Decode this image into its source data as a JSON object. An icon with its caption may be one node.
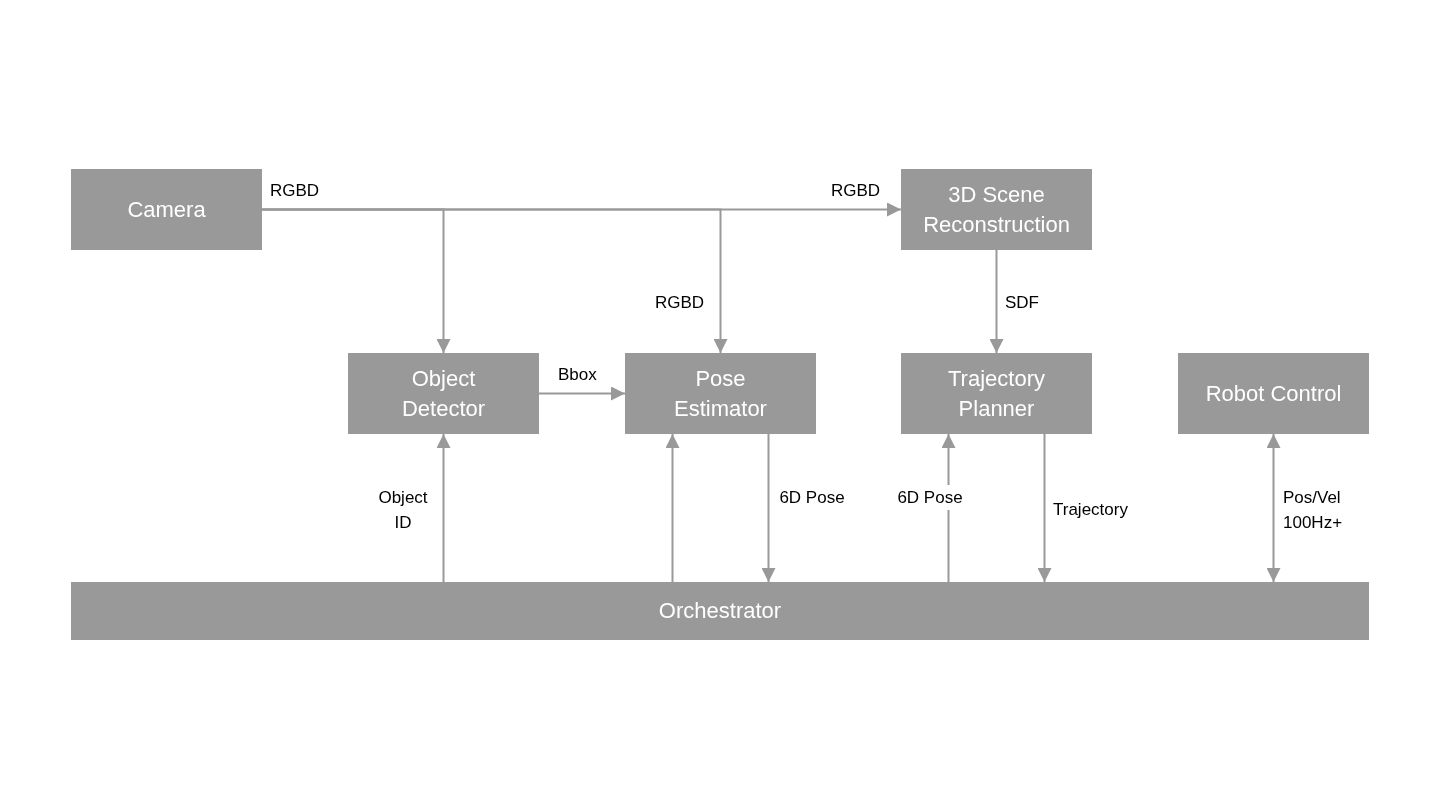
{
  "diagram": {
    "nodes": [
      {
        "text": [
          "Camera"
        ]
      },
      {
        "text": [
          "3D Scene Reconstruction"
        ]
      },
      {
        "text": [
          "Object Detector"
        ]
      },
      {
        "text": [
          "Pose Estimator"
        ]
      },
      {
        "text": [
          "Trajectory Planner"
        ]
      },
      {
        "text": [
          "Robot Control"
        ]
      },
      {
        "text": [
          "Orchestrator"
        ]
      }
    ],
    "edges": [
      {
        "from": 0,
        "to": 2,
        "arrow": "to",
        "label": "RGBD"
      },
      {
        "from": 0,
        "to": 3,
        "arrow": "to",
        "label": "RGBD"
      },
      {
        "from": 0,
        "to": 1,
        "arrow": "to",
        "label": "RGBD"
      },
      {
        "from": 2,
        "to": 3,
        "arrow": "to",
        "label": "Bbox"
      },
      {
        "from": 1,
        "to": 4,
        "arrow": "to",
        "label": "SDF"
      },
      {
        "from": 6,
        "to": 2,
        "arrow": "to",
        "label": "Object ID"
      },
      {
        "from": 6,
        "to": 3,
        "arrow": "to"
      },
      {
        "from": 3,
        "to": 6,
        "arrow": "to",
        "label": "6D Pose"
      },
      {
        "from": 6,
        "to": 4,
        "arrow": "to",
        "label": "6D Pose"
      },
      {
        "from": 4,
        "to": 6,
        "arrow": "to",
        "label": "Trajectory"
      },
      {
        "from": 5,
        "to": 6,
        "arrow": "both",
        "label": "Pos/Vel 100Hz+"
      }
    ]
  }
}
